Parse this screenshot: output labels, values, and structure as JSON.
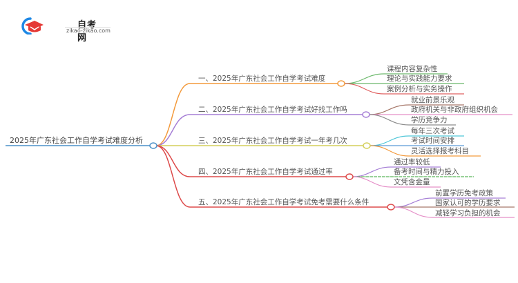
{
  "logo": {
    "title": "自考网",
    "url": "zikao-zikao.com",
    "colors": {
      "ring": "#1e88e5",
      "cap": "#e53935"
    }
  },
  "root": {
    "label": "2025年广东社会工作自学考试难度分析",
    "color": "#4a90c8"
  },
  "branches": [
    {
      "label": "一、2025年广东社会工作自学考试难度",
      "color": "#f39a3c",
      "children": [
        {
          "label": "课程内容复杂性",
          "color": "#6ab86a"
        },
        {
          "label": "理论与实践能力要求",
          "color": "#6ab86a"
        },
        {
          "label": "案例分析与实务操作",
          "color": "#e06060"
        }
      ]
    },
    {
      "label": "二、2025年广东社会工作自学考试好找工作吗",
      "color": "#a67fd6",
      "children": [
        {
          "label": "就业前景乐观",
          "color": "#a7786a"
        },
        {
          "label": "政府机关与非政府组织机会",
          "color": "#e58fc8"
        },
        {
          "label": "学历竞争力",
          "color": "#8c8c8c"
        }
      ]
    },
    {
      "label": "三、2025年广东社会工作自学考试一年考几次",
      "color": "#d4cf5a",
      "children": [
        {
          "label": "每年三次考试",
          "color": "#4fc6d8"
        },
        {
          "label": "考试时间安排",
          "color": "#5a9ad6"
        },
        {
          "label": "灵活选择报考科目",
          "color": "#f39a3c"
        }
      ]
    },
    {
      "label": "四、2025年广东社会工作自学考试通过率",
      "color": "#dd4a4a",
      "children": [
        {
          "label": "通过率较低",
          "color": "#a67fd6"
        },
        {
          "label": "备考时间与精力投入",
          "color": "#5cb85c"
        },
        {
          "label": "文凭含金量",
          "color": "#e58fc8"
        }
      ]
    },
    {
      "label": "五、2025年广东社会工作自学考试免考需要什么条件",
      "color": "#dd4a4a",
      "children": [
        {
          "label": "前置学历免考政策",
          "color": "#a67fd6"
        },
        {
          "label": "国家认可的学历要求",
          "color": "#a7786a"
        },
        {
          "label": "减轻学习负担的机会",
          "color": "#e58fc8"
        }
      ]
    }
  ]
}
